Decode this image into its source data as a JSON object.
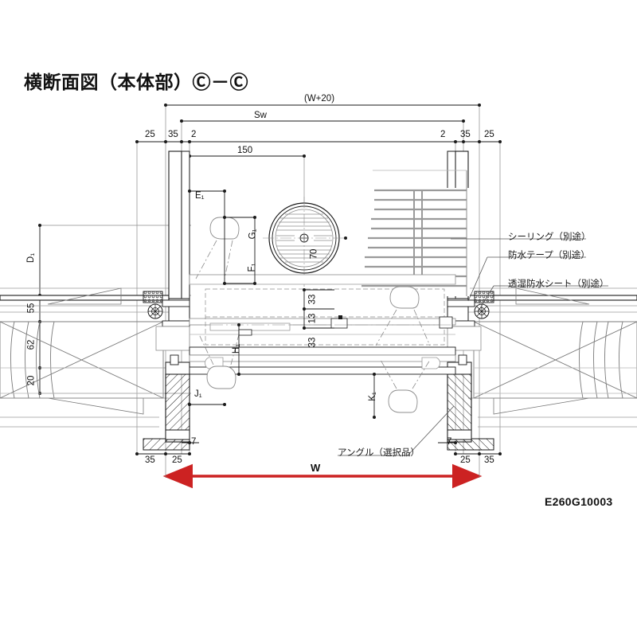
{
  "sheet": {
    "title": "横断面図（本体部）Ⓒ－Ⓒ",
    "drawing_number": "E260G10003",
    "background_color": "#ffffff",
    "line_color": "#1a1a1a",
    "thin_line_color": "#8c8c8c",
    "accent_color": "#cc2222"
  },
  "dimensions": {
    "overall_top": "(W+20)",
    "sash_width": "Sw",
    "vent_offset": "150",
    "vent_diameter": "70",
    "top_left": [
      "25",
      "35",
      "2"
    ],
    "top_right": [
      "2",
      "35",
      "25"
    ],
    "bottom_left": [
      "35",
      "25",
      "7"
    ],
    "bottom_right": [
      "7",
      "25",
      "35"
    ],
    "left_vertical": [
      "D₁",
      "55",
      "62",
      "20"
    ],
    "center_stack": [
      "33",
      "13",
      "33"
    ],
    "overall_bottom": "W",
    "labels": {
      "e1": "E₁",
      "f1": "F₁",
      "g1": "G₁",
      "h1": "H₁",
      "j1": "J₁",
      "k1": "K₁",
      "d1": "D₁"
    }
  },
  "callouts": {
    "sealing": "シーリング（別途）",
    "waterproof_tape": "防水テープ（別途）",
    "moisture_sheet": "透湿防水シート（別途）",
    "angle": "アングル（選択品）"
  }
}
